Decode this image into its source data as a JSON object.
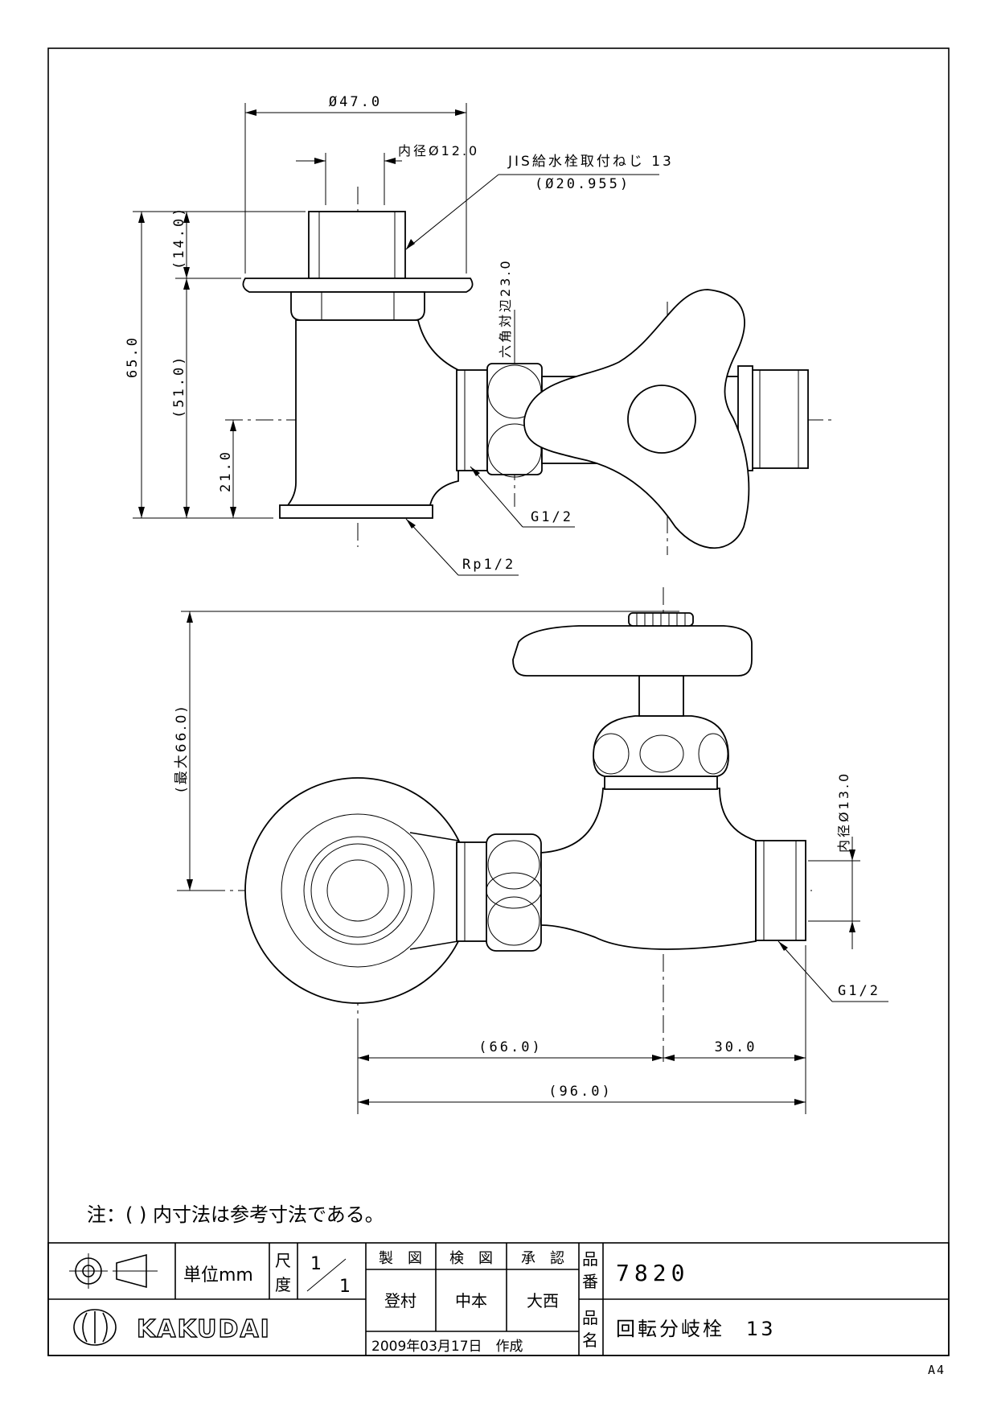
{
  "drawing": {
    "top_view": {
      "dim_outer_dia": "Ø47.0",
      "dim_inner_dia": "内径Ø12.0",
      "thread_note": "JIS給水栓取付ねじ 13",
      "thread_note_sub": "(Ø20.955)",
      "dim_hex": "六角対辺23.0",
      "dim_total_height": "65.0",
      "dim_top": "(14.0)",
      "dim_mid": "(51.0)",
      "dim_bottom": "21.0",
      "label_g12": "G1/2",
      "label_rp12": "Rp1/2"
    },
    "front_view": {
      "dim_max_height": "(最大66.0)",
      "dim_inner_dia": "内径Ø13.0",
      "label_g12": "G1/2",
      "dim_66": "(66.0)",
      "dim_30": "30.0",
      "dim_96": "(96.0)"
    }
  },
  "note": "注：( ) 内寸法は参考寸法である。",
  "title_block": {
    "unit_label": "単位mm",
    "scale_label_1": "尺",
    "scale_label_2": "度",
    "scale_num": "1",
    "scale_den": "1",
    "col_drawn": "製　図",
    "col_checked": "検　図",
    "col_approved": "承　認",
    "name_drawn": "登村",
    "name_checked": "中本",
    "name_approved": "大西",
    "part_no_label_1": "品",
    "part_no_label_2": "番",
    "part_no": "7820",
    "part_name_label_1": "品",
    "part_name_label_2": "名",
    "part_name": "回転分岐栓　13",
    "date": "2009年03月17日　作成",
    "brand": "KAKUDAI",
    "paper_size": "A4"
  }
}
